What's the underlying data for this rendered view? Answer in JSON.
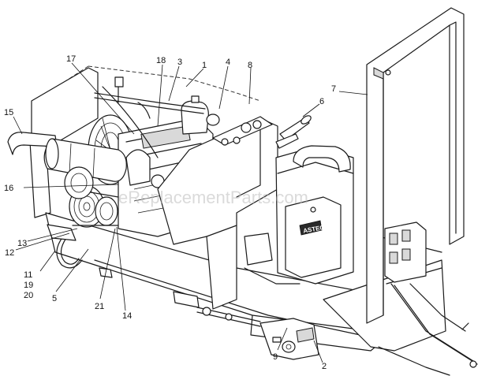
{
  "watermark": "eReplacementParts.com",
  "badge_text": "ASTEC",
  "callouts": [
    {
      "id": "c1",
      "text": "1"
    },
    {
      "id": "c2",
      "text": "2"
    },
    {
      "id": "c3",
      "text": "3"
    },
    {
      "id": "c4",
      "text": "4"
    },
    {
      "id": "c5",
      "text": "5"
    },
    {
      "id": "c6",
      "text": "6"
    },
    {
      "id": "c7",
      "text": "7"
    },
    {
      "id": "c8",
      "text": "8"
    },
    {
      "id": "c9",
      "text": "9"
    },
    {
      "id": "c11",
      "text": "11"
    },
    {
      "id": "c12",
      "text": "12"
    },
    {
      "id": "c13",
      "text": "13"
    },
    {
      "id": "c14",
      "text": "14"
    },
    {
      "id": "c15",
      "text": "15"
    },
    {
      "id": "c16",
      "text": "16"
    },
    {
      "id": "c17",
      "text": "17"
    },
    {
      "id": "c18",
      "text": "18"
    },
    {
      "id": "c19",
      "text": "19"
    },
    {
      "id": "c20",
      "text": "20"
    },
    {
      "id": "c21",
      "text": "21"
    }
  ]
}
